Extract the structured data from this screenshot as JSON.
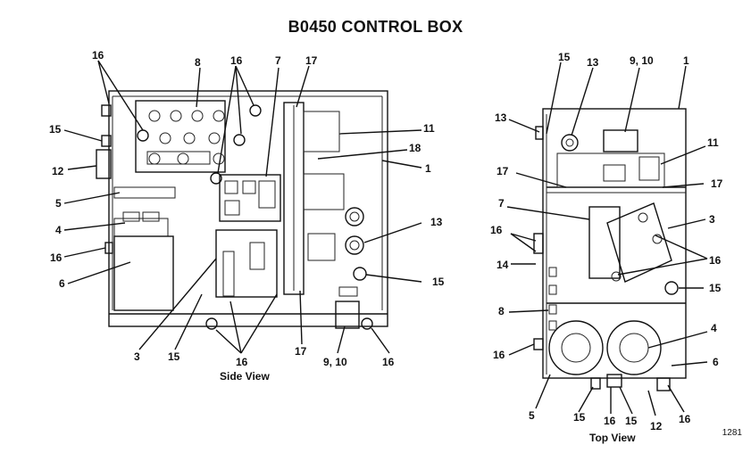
{
  "title": "B0450 CONTROL BOX",
  "side_view": {
    "caption": "Side View",
    "callouts": {
      "c16_topleft": "16",
      "c8": "8",
      "c16_top": "16",
      "c7": "7",
      "c17_top": "17",
      "c15": "15",
      "c11": "11",
      "c18": "18",
      "c12": "12",
      "c1": "1",
      "c5": "5",
      "c13": "13",
      "c4": "4",
      "c16_left": "16",
      "c6": "6",
      "c15_right": "15",
      "c3": "3",
      "c15_bottom": "15",
      "c16_bottom": "16",
      "c17_bottom": "17",
      "c9_10": "9, 10",
      "c16_bottomright": "16"
    }
  },
  "top_view": {
    "caption": "Top View",
    "callouts": {
      "c15_top": "15",
      "c13": "13",
      "c9_10": "9, 10",
      "c1": "1",
      "c13_left": "13",
      "c11": "11",
      "c17_left": "17",
      "c17_right": "17",
      "c7": "7",
      "c3": "3",
      "c16_left": "16",
      "c14": "14",
      "c16_right": "16",
      "c15_right": "15",
      "c8": "8",
      "c4": "4",
      "c16_low": "16",
      "c6": "6",
      "c5": "5",
      "c15_b1": "15",
      "c16_b": "16",
      "c15_b2": "15",
      "c12": "12",
      "c16_br": "16"
    }
  },
  "figure_number": "1281"
}
